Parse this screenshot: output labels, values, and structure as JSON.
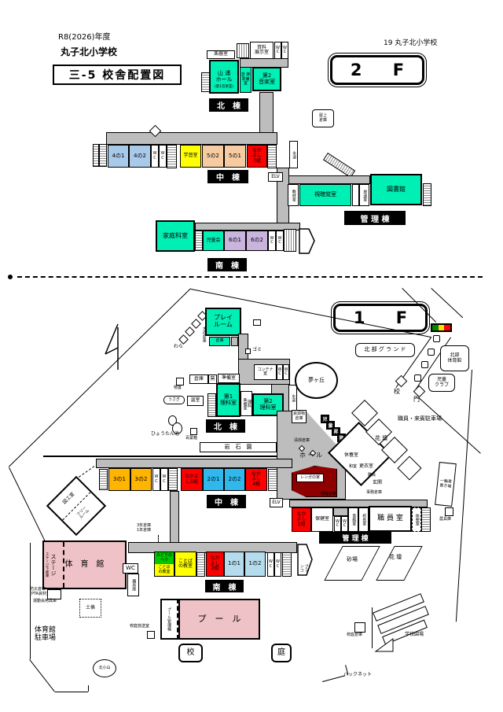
{
  "hdr": {
    "year": "R8(2026)年度",
    "school": "丸子北小学校",
    "title": "三-5  校舎配置図",
    "ref": "19 丸子北小学校"
  },
  "f2": {
    "floor": "2 F",
    "north": "北　棟",
    "middle": "中　棟",
    "south": "南　棟",
    "admin": "管 理 棟",
    "gakki": "楽器室",
    "shiryo": "資料\n展示室",
    "wc": "W\nC",
    "yamaura": "山 浦\nホール",
    "yamaura_sub": "(第1音楽室)",
    "ongakujunbi": "音 楽\n準備室",
    "dai2ongaku": "第2\n音楽室",
    "okujo": "屋上\n倉庫",
    "r41": "4の1",
    "r42": "4の2",
    "gakushu": "学習室",
    "r52": "5の2",
    "r51": "5の1",
    "nakayoshi3": "なか\nよし\n3組",
    "suido": "水道",
    "elv": "ELV",
    "kyozai": "教材室",
    "shicho": "視聴覚室",
    "hoso": "放送室",
    "tosho": "図書館",
    "katei": "家庭科室",
    "jidokai": "児童会",
    "r61": "6の1",
    "r62": "6の2"
  },
  "f1": {
    "floor": "1 F",
    "north": "北　棟",
    "middle": "中　棟",
    "south": "南　棟",
    "admin": "管 理 棟",
    "play": "プレイ\nルーム",
    "soko": "倉庫",
    "mokuzo": "木造倉庫",
    "wara": "わら",
    "gomi": "ゴミ",
    "sokolbl": "倉庫",
    "monooki": "物置",
    "usagi": "うさぎ",
    "onshitsu": "温室",
    "kama": "窯",
    "junbi": "準備室",
    "rika1": "第1\n理科室",
    "rikajunbi": "理科\n準備室",
    "rika2": "第2\n理科室",
    "container": "コンテナ\n室",
    "suido": "水道",
    "r31": "3の1",
    "r32": "3の2",
    "nakayoshi5": "なかよ\nし5組",
    "r21": "2の1",
    "r22": "2の2",
    "nakayoshi4": "なか\nよし\n4組",
    "elv": "ELV",
    "zuko": "図工室",
    "free": "フリー\nルーム",
    "renga": "レンガの家",
    "hokensoko": "保健倉庫",
    "seisosoko": "清掃倉庫",
    "shigen": "資源物\n倉庫",
    "shoko": [
      "児",
      "童",
      "昇",
      "降",
      "口"
    ],
    "hall": "ホ ー ル",
    "kyuyo": "休養室",
    "washitsu": "和室",
    "koi": "更衣室",
    "shokuin_g1": "職員",
    "shokuin_g2": "玄関",
    "jimusoko": "事務倉庫",
    "nakayoshi1": "なか\nよし\n1組",
    "hoken": "保健室",
    "wc": "W\nC",
    "jimu": "事務室",
    "kocho": "校長室",
    "shokuinshitsu": "職 員 室",
    "kyukei": "休憩室",
    "midori": "みどりの\nへや",
    "kotoba1": "ことば\nの教室",
    "kotoba2": "ことば\nの教室",
    "nakayoshi2": "なか\nよし\n2組",
    "r11": "1の1",
    "r12": "1の2",
    "buranko": "ブラ\nンコ",
    "soko3": "3年倉庫\n1年倉庫",
    "wcbig": "WC",
    "kigu": "器具庫",
    "gym": "体　育　館",
    "stage": "ステージ",
    "stagesub": "ステージ下倉庫",
    "bosai": "防災倉庫\n(PTA資材)",
    "undokai": "運動会用具庫",
    "dohyo": "土俵",
    "gymparking": "体育館\n駐車場",
    "kitakoyama": "北小山",
    "pool": "プ　ー　ル",
    "poolkanri": "プール管理棟",
    "koteihoso": "校庭放送室",
    "ko": "校",
    "tei": "庭",
    "koteisoko": "校庭倉庫",
    "gakkoen": "学校園場",
    "backnet": "バックネット"
  },
  "site": {
    "yume": "夢ヶ丘",
    "hyotan": "ひょうたん池",
    "hyakuyo": "百葉箱",
    "ganseki": "岩　石　園",
    "sunaba": "砂場",
    "kadan": "花 壇",
    "kadan2": "花 壇",
    "staffparking": "職員・来賓駐車場",
    "ichirin": "一輪車\n置き場",
    "nogu": "農具庫",
    "hokubuground": "北 部 グ ラ ン ド",
    "hokubugym": "北部\n体育館",
    "jidoclub": "児童\nクラブ",
    "gate_ko": "校",
    "gate_mon": "門"
  }
}
